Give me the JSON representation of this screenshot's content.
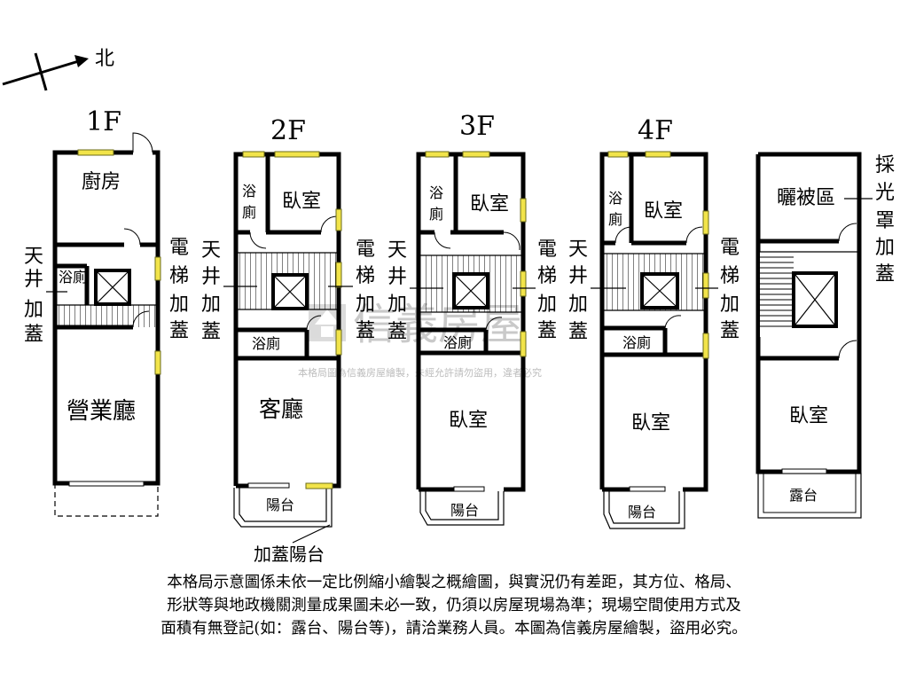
{
  "compass": {
    "label": "北"
  },
  "floors": {
    "f1": {
      "title": "1F",
      "rooms": {
        "kitchen": "廚房",
        "bath": "浴廁",
        "business_hall": "營業廳"
      },
      "left_note": [
        "天",
        "井",
        "加",
        "蓋"
      ],
      "right_note": [
        "電",
        "梯",
        "加",
        "蓋"
      ]
    },
    "f2": {
      "title": "2F",
      "rooms": {
        "bath_top": [
          "浴",
          "廁"
        ],
        "bedroom": "臥室",
        "bath": "浴廁",
        "living": "客廳",
        "balcony": "陽台"
      },
      "left_note": [
        "天",
        "井",
        "加",
        "蓋"
      ],
      "right_note": [
        "電",
        "梯",
        "加",
        "蓋"
      ],
      "bottom_note": "加蓋陽台"
    },
    "f3": {
      "title": "3F",
      "rooms": {
        "bath_top": [
          "浴",
          "廁"
        ],
        "bedroom_top": "臥室",
        "bath": "浴廁",
        "bedroom": "臥室",
        "balcony": "陽台"
      },
      "left_note": [
        "天",
        "井",
        "加",
        "蓋"
      ],
      "right_note": [
        "電",
        "梯",
        "加",
        "蓋"
      ]
    },
    "f4": {
      "title": "4F",
      "rooms": {
        "bath_top": [
          "浴",
          "廁"
        ],
        "bedroom_top": "臥室",
        "bath": "浴廁",
        "bedroom": "臥室",
        "balcony": "陽台"
      },
      "left_note": [
        "天",
        "井",
        "加",
        "蓋"
      ],
      "right_note": [
        "電",
        "梯",
        "加",
        "蓋"
      ]
    },
    "f5": {
      "rooms": {
        "drying": "曬被區",
        "bedroom": "臥室",
        "terrace": "露台"
      },
      "right_note": [
        "採",
        "光",
        "罩",
        "加",
        "蓋"
      ]
    }
  },
  "watermark": {
    "brand": "信義房屋",
    "notice": "本格局圖為信義房屋繪製，未經允許請勿盜用，違者必究"
  },
  "disclaimer": [
    "本格局示意圖係未依一定比例縮小繪製之概繪圖，與實況仍有差距，其方位、格局、",
    "形狀等與地政機關測量成果圖未必一致，仍須以房屋現場為準；現場空間使用方式及",
    "面積有無登記(如：露台、陽台等)，請洽業務人員。本圖為信義房屋繪製，盜用必究。"
  ]
}
